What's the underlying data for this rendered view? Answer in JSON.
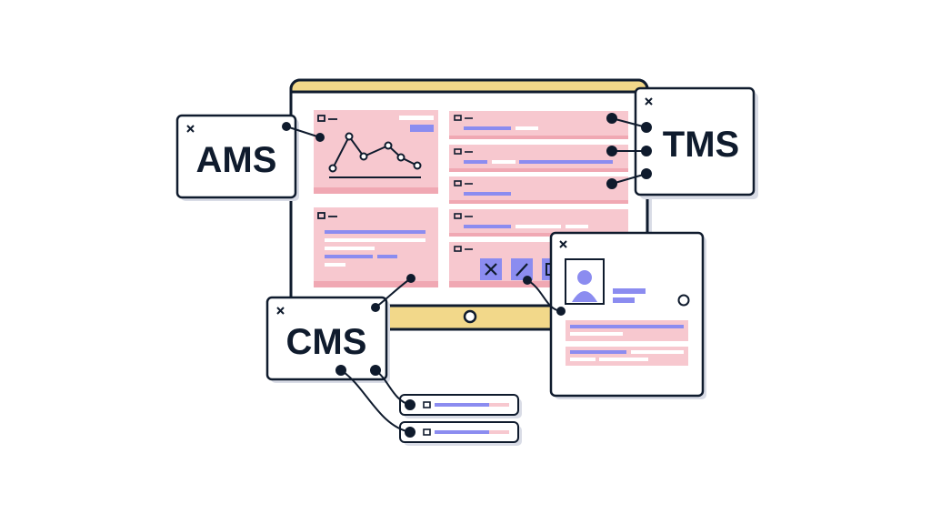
{
  "colors": {
    "ink": "#0f1b2d",
    "pink": "#f7c8cf",
    "pink_dark": "#f0a8b3",
    "violet": "#8b8cf0",
    "yellow": "#f2d88a",
    "shadow": "#d9dce6",
    "white": "#ffffff"
  },
  "windows": {
    "ams": {
      "label": "AMS",
      "close_icon": "close-icon"
    },
    "tms": {
      "label": "TMS",
      "close_icon": "close-icon"
    },
    "cms": {
      "label": "CMS",
      "close_icon": "close-icon"
    },
    "profile": {
      "close_icon": "close-icon",
      "avatar_icon": "user-avatar-icon",
      "radio_icon": "radio-icon"
    }
  },
  "monitor": {
    "panels": {
      "chart_card": {
        "checkbox_icon": "checkbox-icon"
      },
      "text_card": {
        "checkbox_icon": "checkbox-icon"
      },
      "list_rows": 4,
      "actions": [
        "close-icon",
        "edit-icon",
        "copy-icon"
      ]
    }
  }
}
